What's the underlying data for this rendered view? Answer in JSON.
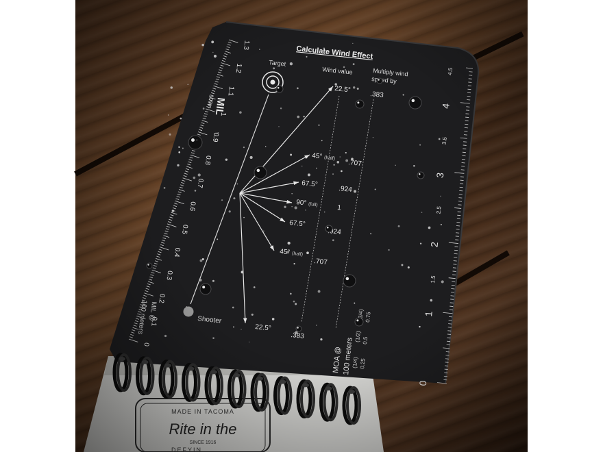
{
  "card": {
    "title": "Calculate Wind Effect",
    "target_label": "Target",
    "shooter_label": "Shooter",
    "wind_value_header": "Wind value",
    "multiply_header_line1": "Multiply wind",
    "multiply_header_line2": "speed by",
    "winds": [
      {
        "angle": "22.5°",
        "factor": ".383"
      },
      {
        "angle": "45°",
        "note": "(half)",
        "factor": ".707"
      },
      {
        "angle": "67.5°",
        "factor": ".924"
      },
      {
        "angle": "90°",
        "note": "(full)",
        "factor": "1"
      },
      {
        "angle": "67.5°",
        "factor": ".924"
      },
      {
        "angle": "45°",
        "note": "(half)",
        "factor": ".707"
      },
      {
        "angle": "22.5°",
        "factor": ".383"
      }
    ],
    "mil_ruler": {
      "unit_label": "MIL",
      "unit_label_2": "MIL @",
      "distance_label": "100 meters",
      "distance_label_top": "100m",
      "labels": [
        "0",
        "0.1",
        "0.2",
        "0.3",
        "0.4",
        "0.5",
        "0.6",
        "0.7",
        "0.8",
        "0.9",
        "1",
        "1.1",
        "1.2",
        "1.3"
      ]
    },
    "moa_ruler": {
      "unit_label": "MOA @",
      "distance_label": "100 meters",
      "fraction_labels": [
        "(1/4)",
        "(1/2)",
        "(3/4)"
      ],
      "decimal_labels": [
        "0.25",
        "0.5",
        "0.75"
      ],
      "labels": [
        "0",
        "1",
        "1.5",
        "2",
        "2.5",
        "3",
        "3.5",
        "4",
        "4.5"
      ]
    }
  },
  "notebook": {
    "badge_line1": "MADE IN TACOMA",
    "badge_line2": "Rite in the",
    "badge_line3": "SINCE 1916",
    "badge_line4": "DEFYIN"
  },
  "colors": {
    "card": "#1f1f21",
    "card_text": "#e6e6e6",
    "wood": "#5a3a22",
    "paper": "#d9d9d6"
  }
}
